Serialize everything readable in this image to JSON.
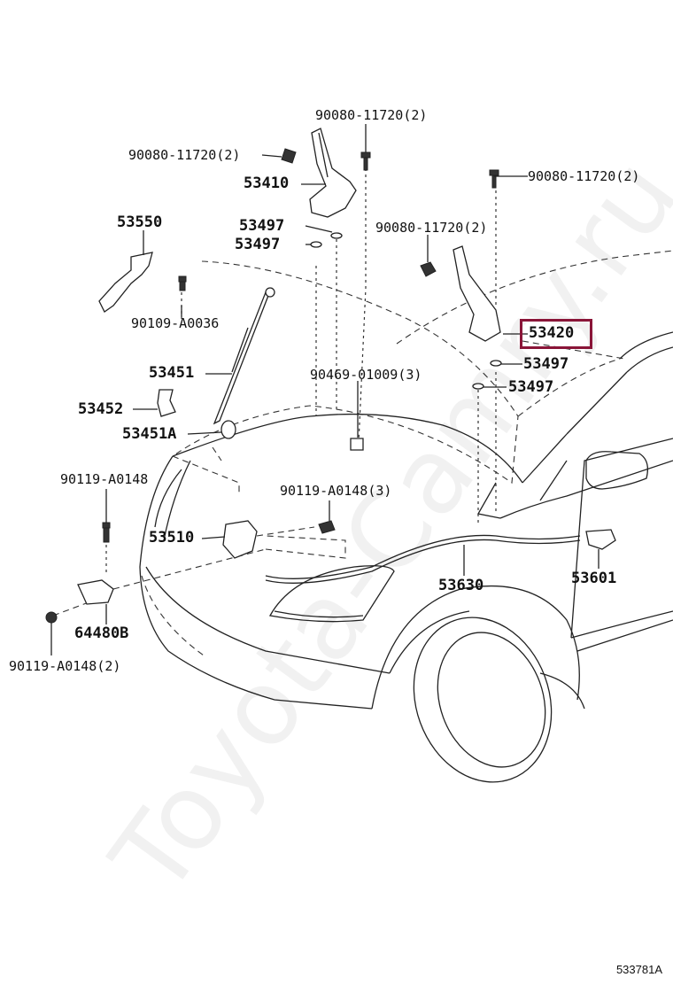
{
  "watermark": "Toyota-Camry.ru",
  "figure_code": "533781A",
  "callouts": [
    {
      "id": "c1",
      "text": "90080-11720(2)"
    },
    {
      "id": "c2",
      "text": "90080-11720(2)"
    },
    {
      "id": "c3",
      "text": "53410"
    },
    {
      "id": "c4",
      "text": "90080-11720(2)"
    },
    {
      "id": "c5",
      "text": "53550"
    },
    {
      "id": "c6",
      "text": "53497"
    },
    {
      "id": "c7",
      "text": "53497"
    },
    {
      "id": "c8",
      "text": "90080-11720(2)"
    },
    {
      "id": "c9",
      "text": "90109-A0036"
    },
    {
      "id": "c10",
      "text": "53420"
    },
    {
      "id": "c11",
      "text": "53497"
    },
    {
      "id": "c12",
      "text": "53451"
    },
    {
      "id": "c13",
      "text": "90469-01009(3)"
    },
    {
      "id": "c14",
      "text": "53497"
    },
    {
      "id": "c15",
      "text": "53452"
    },
    {
      "id": "c16",
      "text": "53451A"
    },
    {
      "id": "c17",
      "text": "90119-A0148"
    },
    {
      "id": "c18",
      "text": "90119-A0148(3)"
    },
    {
      "id": "c19",
      "text": "53510"
    },
    {
      "id": "c20",
      "text": "53630"
    },
    {
      "id": "c21",
      "text": "53601"
    },
    {
      "id": "c22",
      "text": "64480B"
    },
    {
      "id": "c23",
      "text": "90119-A0148(2)"
    }
  ],
  "highlight_color": "#8a1538"
}
